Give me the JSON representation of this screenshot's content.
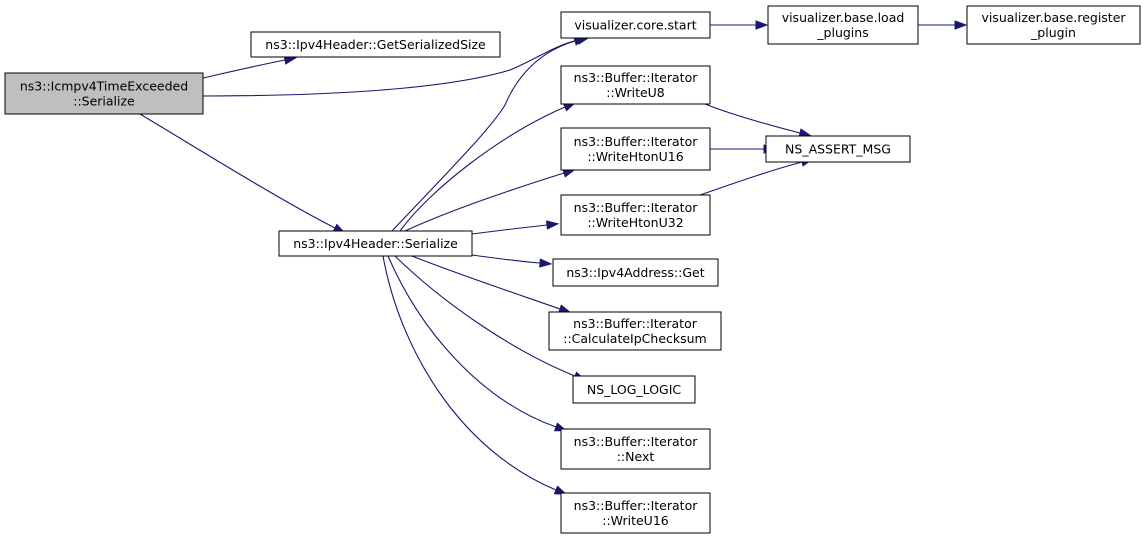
{
  "nodes": {
    "icmpv4_serialize": {
      "lines": [
        "ns3::Icmpv4TimeExceeded",
        "::Serialize"
      ],
      "fill": "#bfbfbf"
    },
    "get_serialized_size": {
      "lines": [
        "ns3::Ipv4Header::GetSerializedSize"
      ]
    },
    "ipv4header_serialize": {
      "lines": [
        "ns3::Ipv4Header::Serialize"
      ]
    },
    "viz_core_start": {
      "lines": [
        "visualizer.core.start"
      ]
    },
    "viz_base_load_plugins": {
      "lines": [
        "visualizer.base.load",
        "_plugins"
      ]
    },
    "viz_base_register_plugin": {
      "lines": [
        "visualizer.base.register",
        "_plugin"
      ]
    },
    "write_u8": {
      "lines": [
        "ns3::Buffer::Iterator",
        "::WriteU8"
      ]
    },
    "write_hton_u16": {
      "lines": [
        "ns3::Buffer::Iterator",
        "::WriteHtonU16"
      ]
    },
    "write_hton_u32": {
      "lines": [
        "ns3::Buffer::Iterator",
        "::WriteHtonU32"
      ]
    },
    "ns_assert_msg": {
      "lines": [
        "NS_ASSERT_MSG"
      ]
    },
    "ipv4address_get": {
      "lines": [
        "ns3::Ipv4Address::Get"
      ]
    },
    "calculate_ip_checksum": {
      "lines": [
        "ns3::Buffer::Iterator",
        "::CalculateIpChecksum"
      ]
    },
    "ns_log_logic": {
      "lines": [
        "NS_LOG_LOGIC"
      ]
    },
    "iterator_next": {
      "lines": [
        "ns3::Buffer::Iterator",
        "::Next"
      ]
    },
    "write_u16": {
      "lines": [
        "ns3::Buffer::Iterator",
        "::WriteU16"
      ]
    }
  },
  "edges": [
    [
      "icmpv4_serialize",
      "get_serialized_size"
    ],
    [
      "icmpv4_serialize",
      "viz_core_start"
    ],
    [
      "icmpv4_serialize",
      "ipv4header_serialize"
    ],
    [
      "viz_core_start",
      "viz_base_load_plugins"
    ],
    [
      "viz_base_load_plugins",
      "viz_base_register_plugin"
    ],
    [
      "ipv4header_serialize",
      "viz_core_start"
    ],
    [
      "ipv4header_serialize",
      "write_u8"
    ],
    [
      "ipv4header_serialize",
      "write_hton_u16"
    ],
    [
      "ipv4header_serialize",
      "write_hton_u32"
    ],
    [
      "ipv4header_serialize",
      "ipv4address_get"
    ],
    [
      "ipv4header_serialize",
      "calculate_ip_checksum"
    ],
    [
      "ipv4header_serialize",
      "ns_log_logic"
    ],
    [
      "ipv4header_serialize",
      "iterator_next"
    ],
    [
      "ipv4header_serialize",
      "write_u16"
    ],
    [
      "write_u8",
      "ns_assert_msg"
    ],
    [
      "write_hton_u16",
      "ns_assert_msg"
    ],
    [
      "write_hton_u32",
      "ns_assert_msg"
    ]
  ],
  "colors": {
    "edge": "#191970",
    "root_fill": "#bfbfbf",
    "node_fill": "#ffffff",
    "border": "#000000"
  }
}
